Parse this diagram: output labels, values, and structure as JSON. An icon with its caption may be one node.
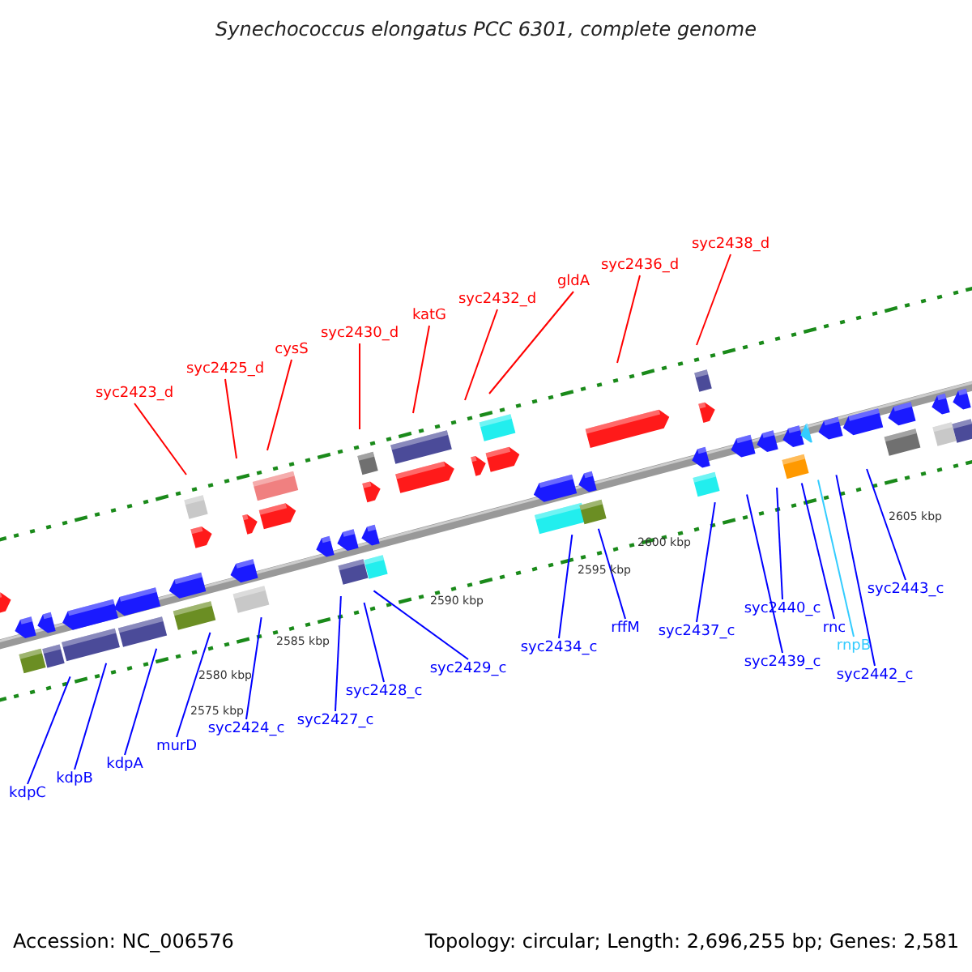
{
  "diagram": {
    "title": "Synechococcus elongatus PCC 6301, complete genome",
    "nodes": [
      {
        "text": [
          "syc2423_d"
        ]
      },
      {
        "text": [
          "syc2425_d"
        ]
      },
      {
        "text": [
          "cysS"
        ]
      },
      {
        "text": [
          "syc2430_d"
        ]
      },
      {
        "text": [
          "katG"
        ]
      },
      {
        "text": [
          "syc2432_d"
        ]
      },
      {
        "text": [
          "gldA"
        ]
      },
      {
        "text": [
          "syc2436_d"
        ]
      },
      {
        "text": [
          "syc2438_d"
        ]
      },
      {
        "text": [
          "kdpC"
        ]
      },
      {
        "text": [
          "kdpB"
        ]
      },
      {
        "text": [
          "kdpA"
        ]
      },
      {
        "text": [
          "murD"
        ]
      },
      {
        "text": [
          "syc2424_c"
        ]
      },
      {
        "text": [
          "syc2427_c"
        ]
      },
      {
        "text": [
          "syc2428_c"
        ]
      },
      {
        "text": [
          "syc2429_c"
        ]
      },
      {
        "text": [
          "syc2434_c"
        ]
      },
      {
        "text": [
          "rffM"
        ]
      },
      {
        "text": [
          "syc2437_c"
        ]
      },
      {
        "text": [
          "syc2439_c"
        ]
      },
      {
        "text": [
          "syc2440_c"
        ]
      },
      {
        "text": [
          "rnc"
        ]
      },
      {
        "text": [
          "rnpB"
        ]
      },
      {
        "text": [
          "syc2442_c"
        ]
      },
      {
        "text": [
          "syc2443_c"
        ]
      }
    ],
    "edges": [
      {
        "from": 0,
        "to": null,
        "arrow": "none",
        "color": "#ff0000"
      },
      {
        "from": 1,
        "to": null,
        "arrow": "none",
        "color": "#ff0000"
      },
      {
        "from": 2,
        "to": null,
        "arrow": "none",
        "color": "#ff0000"
      },
      {
        "from": 3,
        "to": null,
        "arrow": "none",
        "color": "#ff0000"
      },
      {
        "from": 4,
        "to": null,
        "arrow": "none",
        "color": "#ff0000"
      },
      {
        "from": 5,
        "to": null,
        "arrow": "none",
        "color": "#ff0000"
      },
      {
        "from": 6,
        "to": null,
        "arrow": "none",
        "color": "#ff0000"
      },
      {
        "from": 7,
        "to": null,
        "arrow": "none",
        "color": "#ff0000"
      },
      {
        "from": 8,
        "to": null,
        "arrow": "none",
        "color": "#ff0000"
      },
      {
        "from": 9,
        "to": null,
        "arrow": "none"
      },
      {
        "from": 10,
        "to": null,
        "arrow": "none"
      },
      {
        "from": 11,
        "to": null,
        "arrow": "none"
      },
      {
        "from": 12,
        "to": null,
        "arrow": "none"
      },
      {
        "from": 13,
        "to": null,
        "arrow": "none"
      },
      {
        "from": 14,
        "to": null,
        "arrow": "none"
      },
      {
        "from": 15,
        "to": null,
        "arrow": "none"
      },
      {
        "from": 16,
        "to": null,
        "arrow": "none"
      },
      {
        "from": 17,
        "to": null,
        "arrow": "none"
      },
      {
        "from": 18,
        "to": null,
        "arrow": "none"
      },
      {
        "from": 19,
        "to": null,
        "arrow": "none"
      },
      {
        "from": 20,
        "to": null,
        "arrow": "none"
      },
      {
        "from": 21,
        "to": null,
        "arrow": "none"
      },
      {
        "from": 22,
        "to": null,
        "arrow": "none"
      },
      {
        "from": 23,
        "to": null,
        "arrow": "none",
        "color": "#33ccff"
      },
      {
        "from": 24,
        "to": null,
        "arrow": "none"
      },
      {
        "from": 25,
        "to": null,
        "arrow": "none"
      }
    ],
    "labels": [
      "2575 kbp",
      "2580 kbp",
      "2585 kbp",
      "2590 kbp",
      "2595 kbp",
      "2600 kbp",
      "2605 kbp",
      "Accession: NC_006576",
      "Topology: circular; Length: 2,696,255 bp; Genes: 2,581"
    ]
  }
}
